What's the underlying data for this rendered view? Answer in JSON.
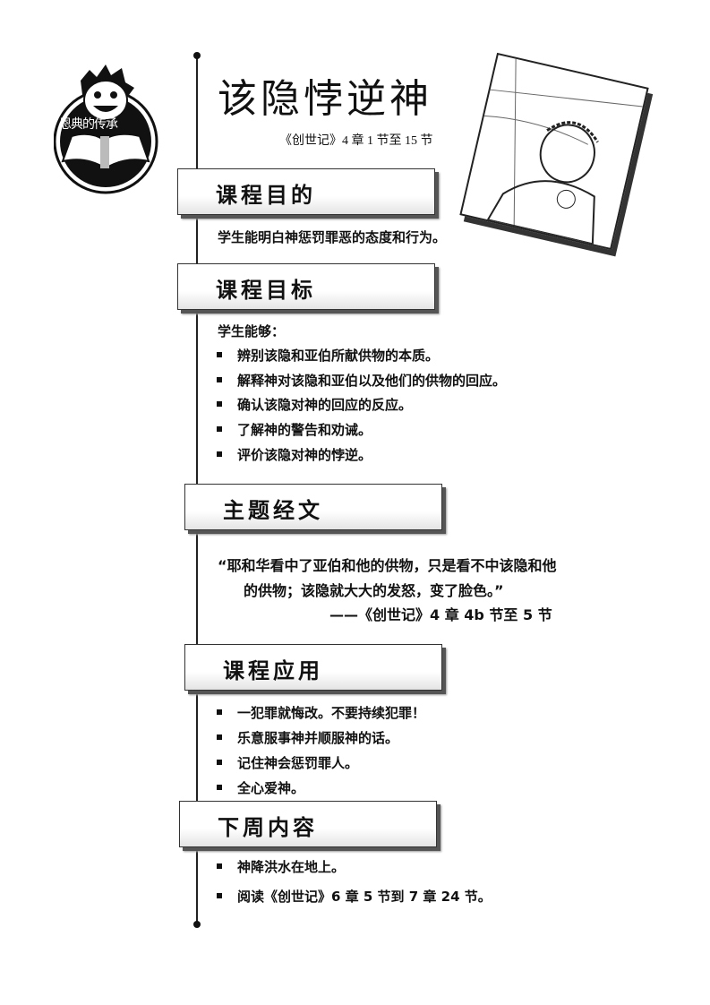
{
  "logo": {
    "text": "恩典的传承"
  },
  "header": {
    "title": "该隐悖逆神",
    "scripture_ref": "《创世记》4 章 1 节至 15 节"
  },
  "purpose": {
    "heading": "课程目的",
    "text": "学生能明白神惩罚罪恶的态度和行为。"
  },
  "objectives": {
    "heading": "课程目标",
    "intro": "学生能够：",
    "items": [
      "辨别该隐和亚伯所献供物的本质。",
      "解释神对该隐和亚伯以及他们的供物的回应。",
      "确认该隐对神的回应的反应。",
      "了解神的警告和劝诫。",
      "评价该隐对神的悖逆。"
    ]
  },
  "key_verse": {
    "heading": "主题经文",
    "line1": "“耶和华看中了亚伯和他的供物，只是看不中该隐和他",
    "line2": "的供物；该隐就大大的发怒，变了脸色。”",
    "ref": "——《创世记》4 章 4b 节至 5 节"
  },
  "application": {
    "heading": "课程应用",
    "items": [
      "一犯罪就悔改。不要持续犯罪！",
      "乐意服事神并顺服神的话。",
      "记住神会惩罚罪人。",
      "全心爱神。"
    ]
  },
  "next_week": {
    "heading": "下周内容",
    "items": [
      "神降洪水在地上。",
      "阅读《创世记》6 章 5 节到 7 章 24 节。"
    ]
  }
}
